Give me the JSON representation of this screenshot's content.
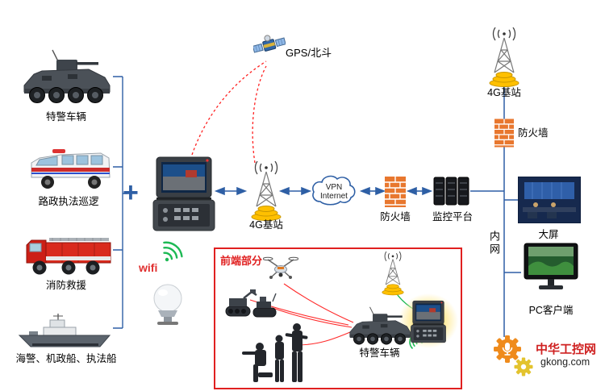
{
  "left": {
    "plus": "+",
    "items": [
      {
        "label": "特警车辆"
      },
      {
        "label": "路政执法巡逻"
      },
      {
        "label": "消防救援"
      },
      {
        "label": "海警、机政船、执法船"
      }
    ]
  },
  "uplink": {
    "gps": "GPS/北斗",
    "wifi": "wifi"
  },
  "core": {
    "bts": "4G基站",
    "vpn_line1": "VPN",
    "vpn_line2": "Internet",
    "firewall": "防火墙",
    "platform": "监控平台"
  },
  "right": {
    "bts": "4G基站",
    "firewall": "防火墙",
    "intranet": "内网",
    "bigscreen": "大屏",
    "pc": "PC客户端"
  },
  "frontend": {
    "title": "前端部分",
    "vehicle": "特警车辆"
  },
  "logo": {
    "title": "中华工控网",
    "domain": "gkong.com"
  },
  "colors": {
    "line_blue": "#2e5fa5",
    "dashed_red": "#ff2222",
    "green": "#1db954",
    "box_red": "#e02020"
  }
}
